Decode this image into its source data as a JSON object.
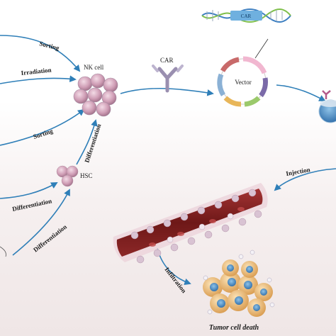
{
  "labels": {
    "sorting_top": "Sorting",
    "irradiation": "Irradiation",
    "nk_cell": "NK cell",
    "sorting_bottom": "Sorting",
    "differentiation_nk": "Differentiation",
    "hsc": "HSC",
    "differentiation_left_1": "Differentiation",
    "differentiation_left_2": "Differentiation",
    "car": "CAR",
    "car_gene": "CAR",
    "vector": "Vector",
    "injection": "Injection",
    "infiltration": "Infiltration",
    "tumor_cell_death": "Tumor cell death"
  },
  "colors": {
    "arrow": "#2f7fb8",
    "nk_cell_fill": "#d6a8bd",
    "vessel": "#7a1f1f",
    "antibody": "#9a8fb0",
    "tumor": "#e9b877",
    "dna_blue": "#3d7fc1",
    "dna_green": "#7fbf4a"
  }
}
